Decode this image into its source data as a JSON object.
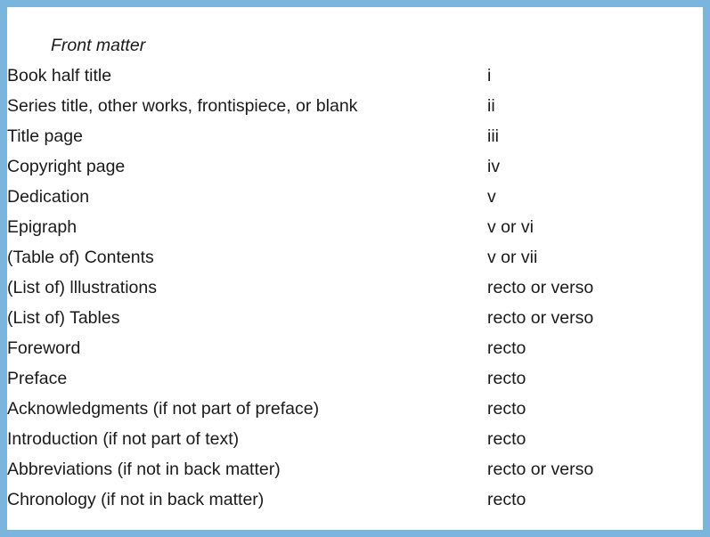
{
  "document": {
    "section_heading": "Front matter",
    "border_color": "#79b5dc",
    "text_color": "#1a1a1a",
    "background_color": "#ffffff"
  },
  "table": {
    "rows": [
      {
        "label": "Book half title",
        "page": "i"
      },
      {
        "label": "Series title, other works, frontispiece, or blank",
        "page": "ii"
      },
      {
        "label": "Title page",
        "page": "iii"
      },
      {
        "label": "Copyright page",
        "page": "iv"
      },
      {
        "label": "Dedication",
        "page": "v"
      },
      {
        "label": "Epigraph",
        "page": "v or vi"
      },
      {
        "label": "(Table of) Contents",
        "page": "v or vii"
      },
      {
        "label": "(List of) lllustrations",
        "page": "recto or verso"
      },
      {
        "label": "(List of) Tables",
        "page": "recto or verso"
      },
      {
        "label": "Foreword",
        "page": "recto"
      },
      {
        "label": "Preface",
        "page": "recto"
      },
      {
        "label": "Acknowledgments (if not part of preface)",
        "page": "recto"
      },
      {
        "label": "Introduction (if not part of text)",
        "page": "recto"
      },
      {
        "label": "Abbreviations (if not in back matter)",
        "page": "recto or verso"
      },
      {
        "label": "Chronology (if not in back matter)",
        "page": "recto"
      }
    ]
  }
}
